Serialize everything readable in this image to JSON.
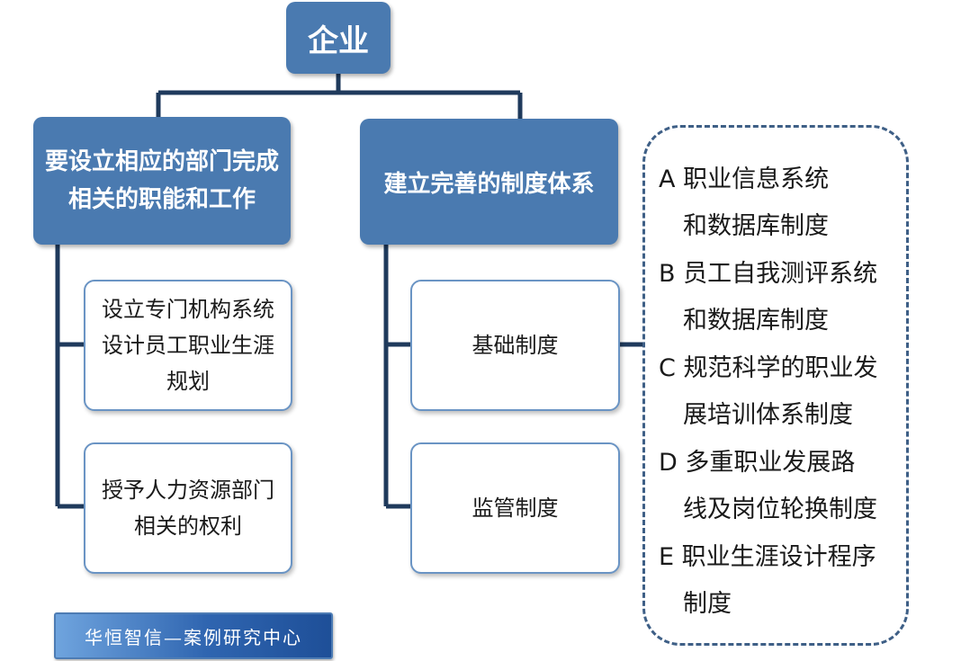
{
  "root": {
    "label": "企业"
  },
  "left": {
    "title": "要设立相应的部门完成相关的职能和工作",
    "children": [
      "设立专门机构系统设计员工职业生涯规划",
      "授予人力资源部门相关的权利"
    ]
  },
  "middle": {
    "title": "建立完善的制度体系",
    "children": [
      "基础制度",
      "监管制度"
    ]
  },
  "details": [
    {
      "letter": "A",
      "line1": "职业信息系统",
      "line2": "和数据库制度"
    },
    {
      "letter": "B",
      "line1": "员工自我测评系统",
      "line2": "和数据库制度"
    },
    {
      "letter": "C",
      "line1": "规范科学的职业发",
      "line2": "展培训体系制度"
    },
    {
      "letter": "D",
      "line1": "多重职业发展路",
      "line2": "线及岗位轮换制度"
    },
    {
      "letter": "E",
      "line1": "职业生涯设计程序",
      "line2": "制度"
    }
  ],
  "footer": {
    "label": "华恒智信—案例研究中心"
  },
  "colors": {
    "node_fill": "#4a7ab0",
    "line": "#1f3a5c",
    "node_border": "#6a94c4",
    "dashed": "#3e5f86"
  }
}
